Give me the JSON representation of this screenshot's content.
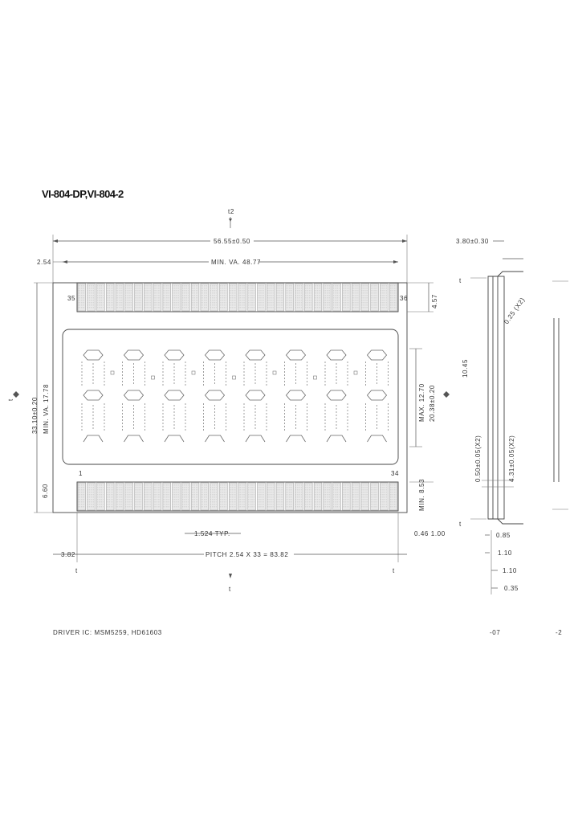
{
  "drawing": {
    "title": "VI-804-DP,VI-804-2",
    "top_marker": "t2",
    "bottom_marker": "t",
    "left_marker": "t"
  },
  "front_view": {
    "overall_width": "56.55±0.50",
    "viewing_width": "MIN. VA. 48.77",
    "left_offset": "2.54",
    "pin_first_top": "35",
    "pin_last_top": "36",
    "pin_first_bottom": "1",
    "pin_last_bottom": "34",
    "height_overall": "33.10±0.20",
    "height_va": "MIN. VA. 17.78",
    "digit_height_max": "MAX. 12.70",
    "digit_window": "20.38±0.20",
    "tab_top": "4.57",
    "tab_bottom": "6.60",
    "min_height": "MIN. 8.53",
    "pin_pitch_note": "1.524 TYP.",
    "pin_width_note": "0.46 1.00",
    "pitch_formula": "PITCH 2.54 X 33 = 83.82",
    "left_pitch_label": "3.82",
    "digit_count": 8
  },
  "side_view": {
    "thickness": "3.80±0.30",
    "panel_dim_1": "10.45",
    "panel_dim_2": "0.50±0.05(X2)",
    "panel_dim_3": "4.31±0.05(X2)",
    "angle_note": "0.25 (X2)",
    "pin_len_a": "0.85",
    "pin_len_b": "1.10",
    "pin_len_c": "1.10",
    "pin_len_d": "0.35"
  },
  "notes": {
    "driver": "DRIVER  IC:  MSM5259,  HD61603",
    "page_ref_1": "-07",
    "page_ref_2": "-2"
  }
}
